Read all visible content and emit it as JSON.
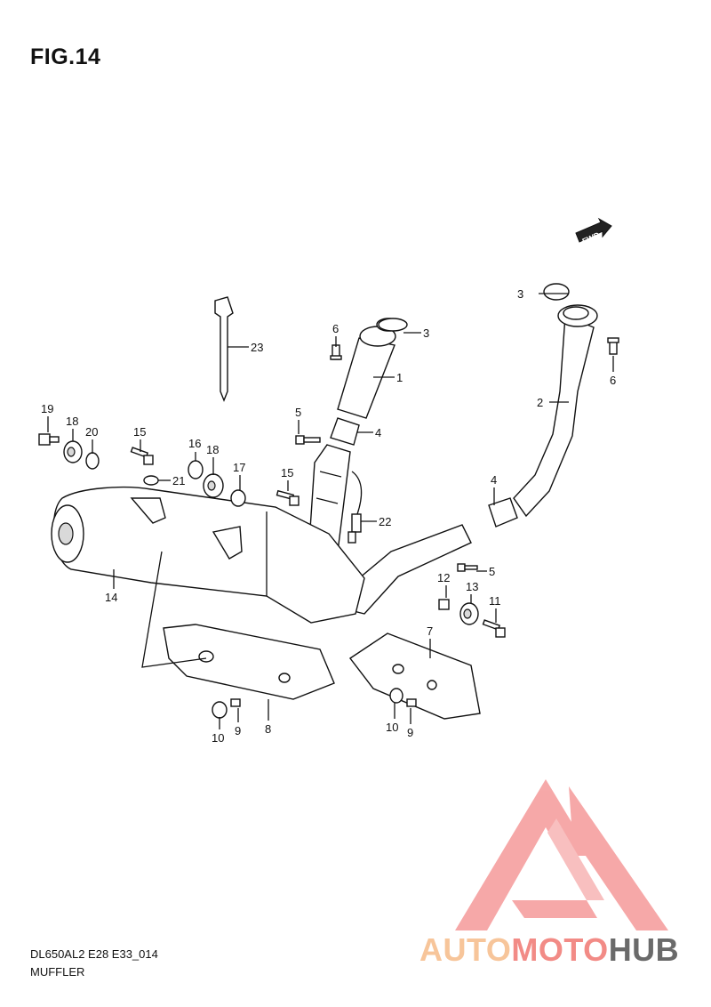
{
  "figure": {
    "title": "FIG.14"
  },
  "fwd_label": "FWD",
  "callouts": [
    {
      "id": "c23",
      "label": "23"
    },
    {
      "id": "c6a",
      "label": "6"
    },
    {
      "id": "c3a",
      "label": "3"
    },
    {
      "id": "c1",
      "label": "1"
    },
    {
      "id": "c3b",
      "label": "3"
    },
    {
      "id": "c6b",
      "label": "6"
    },
    {
      "id": "c2",
      "label": "2"
    },
    {
      "id": "c5a",
      "label": "5"
    },
    {
      "id": "c4a",
      "label": "4"
    },
    {
      "id": "c19",
      "label": "19"
    },
    {
      "id": "c18a",
      "label": "18"
    },
    {
      "id": "c20",
      "label": "20"
    },
    {
      "id": "c15a",
      "label": "15"
    },
    {
      "id": "c16",
      "label": "16"
    },
    {
      "id": "c18b",
      "label": "18"
    },
    {
      "id": "c17",
      "label": "17"
    },
    {
      "id": "c21",
      "label": "21"
    },
    {
      "id": "c15b",
      "label": "15"
    },
    {
      "id": "c4b",
      "label": "4"
    },
    {
      "id": "c22",
      "label": "22"
    },
    {
      "id": "c5b",
      "label": "5"
    },
    {
      "id": "c12",
      "label": "12"
    },
    {
      "id": "c13",
      "label": "13"
    },
    {
      "id": "c11",
      "label": "11"
    },
    {
      "id": "c14",
      "label": "14"
    },
    {
      "id": "c7",
      "label": "7"
    },
    {
      "id": "c10a",
      "label": "10"
    },
    {
      "id": "c9a",
      "label": "9"
    },
    {
      "id": "c8",
      "label": "8"
    },
    {
      "id": "c10b",
      "label": "10"
    },
    {
      "id": "c9b",
      "label": "9"
    }
  ],
  "footer": {
    "model_code": "DL650AL2 E28 E33_014",
    "section_name": "MUFFLER"
  },
  "watermark": {
    "brand_part1": "AUTO",
    "brand_part2": "MOTO",
    "brand_part3": "HUB",
    "colors": {
      "part1": "#f7c59a",
      "part2": "#f28b86",
      "part3": "#6a6a6a",
      "logo": "#f59a9a"
    }
  }
}
